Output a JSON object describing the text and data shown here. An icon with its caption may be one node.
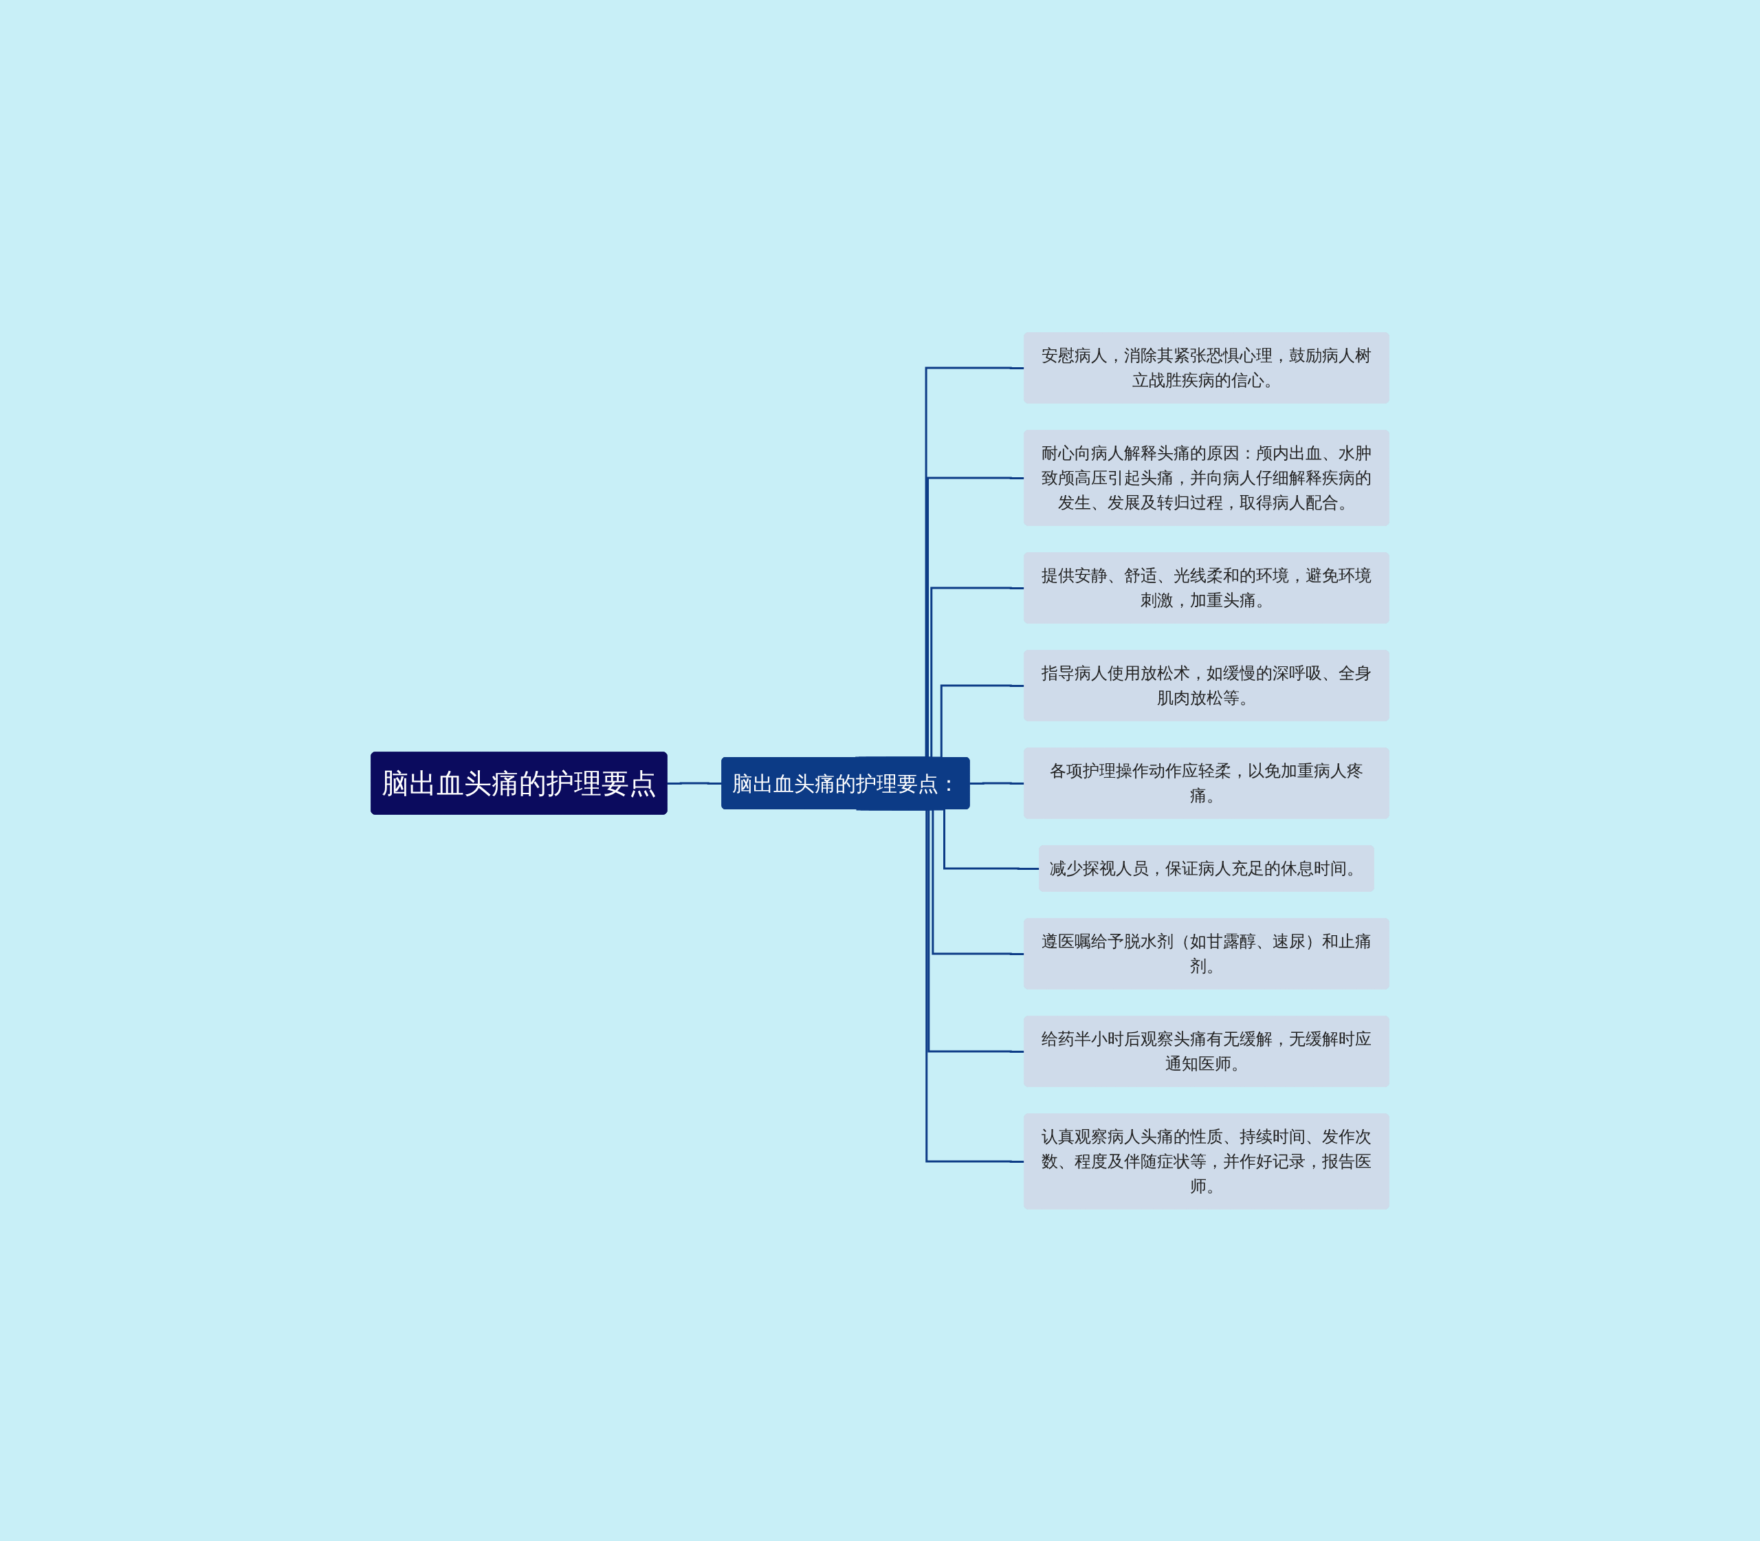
{
  "diagram": {
    "nodes": [
      {
        "text": [
          "脑出血头痛的护理要点"
        ]
      },
      {
        "text": [
          "脑出血头痛的护理要点："
        ]
      },
      {
        "text": [
          "安慰病人，消除其紧张恐惧心理，鼓励病人树立战胜疾病的信心。"
        ]
      },
      {
        "text": [
          "耐心向病人解释头痛的原因：颅内出血、水肿致颅高压引起头痛，并向病人仔细解释疾病的发生、发展及转归过程，取得病人配合。"
        ]
      },
      {
        "text": [
          "提供安静、舒适、光线柔和的环境，避免环境刺激，加重头痛。"
        ]
      },
      {
        "text": [
          "指导病人使用放松术，如缓慢的深呼吸、全身肌肉放松等。"
        ]
      },
      {
        "text": [
          "各项护理操作动作应轻柔，以免加重病人疼痛。"
        ]
      },
      {
        "text": [
          "减少探视人员，保证病人充足的休息时间。"
        ]
      },
      {
        "text": [
          "遵医嘱给予脱水剂（如甘露醇、速尿）和止痛剂。"
        ]
      },
      {
        "text": [
          "给药半小时后观察头痛有无缓解，无缓解时应通知医师。"
        ]
      },
      {
        "text": [
          "认真观察病人头痛的性质、持续时间、发作次数、程度及伴随症状等，并作好记录，报告医师。"
        ]
      }
    ],
    "edges": [
      {
        "from": 0,
        "to": 1,
        "arrow": "none"
      },
      {
        "from": 1,
        "to": 2,
        "arrow": "none"
      },
      {
        "from": 1,
        "to": 3,
        "arrow": "none"
      },
      {
        "from": 1,
        "to": 4,
        "arrow": "none"
      },
      {
        "from": 1,
        "to": 5,
        "arrow": "none"
      },
      {
        "from": 1,
        "to": 6,
        "arrow": "none"
      },
      {
        "from": 1,
        "to": 7,
        "arrow": "none"
      },
      {
        "from": 1,
        "to": 8,
        "arrow": "none"
      },
      {
        "from": 1,
        "to": 9,
        "arrow": "none"
      },
      {
        "from": 1,
        "to": 10,
        "arrow": "none"
      }
    ]
  }
}
